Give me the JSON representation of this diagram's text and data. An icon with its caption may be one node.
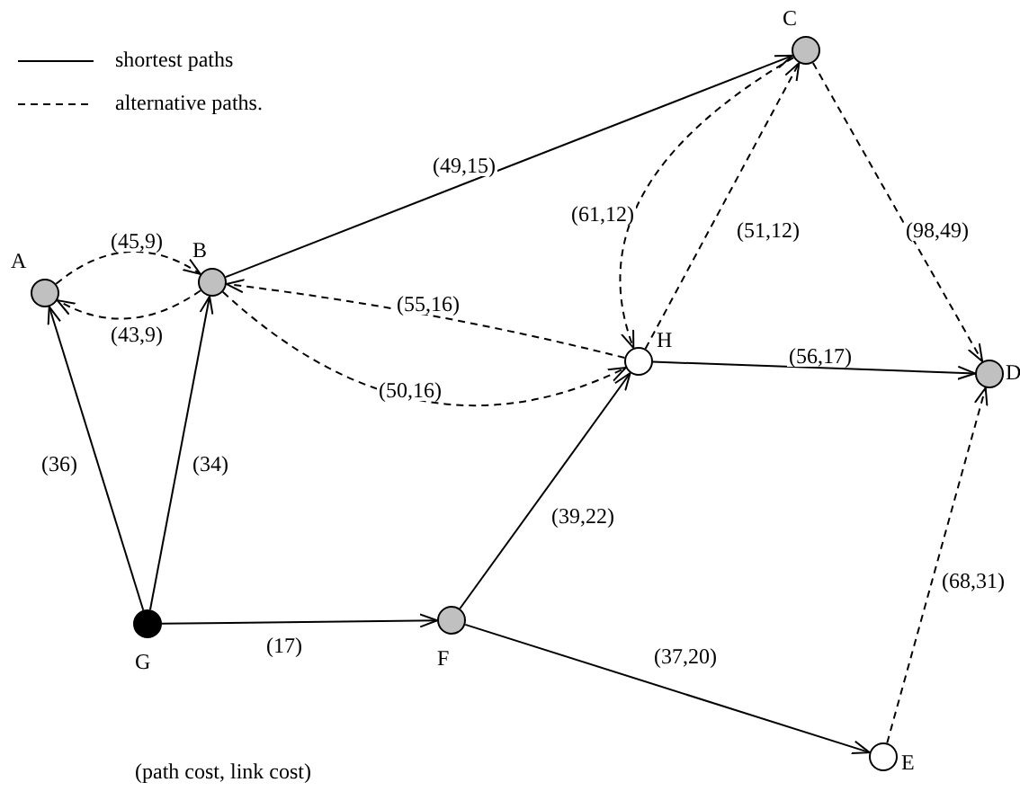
{
  "diagram": {
    "nodes": [
      {
        "text": [
          "A"
        ]
      },
      {
        "text": [
          "B"
        ]
      },
      {
        "text": [
          "C"
        ]
      },
      {
        "text": [
          "H"
        ]
      },
      {
        "text": [
          "D"
        ]
      },
      {
        "text": [
          "G"
        ]
      },
      {
        "text": [
          "F"
        ]
      },
      {
        "text": [
          "E"
        ]
      }
    ],
    "edges": [
      {
        "from": 5,
        "to": 0,
        "arrow": "to",
        "label": "(36)"
      },
      {
        "from": 5,
        "to": 1,
        "arrow": "to",
        "label": "(34)"
      },
      {
        "from": 5,
        "to": 6,
        "arrow": "to",
        "label": "(17)"
      },
      {
        "from": 1,
        "to": 2,
        "arrow": "to",
        "label": "(49,15)"
      },
      {
        "from": 0,
        "to": 1,
        "arrow": "to",
        "label": "(45,9)",
        "style": "dashed"
      },
      {
        "from": 1,
        "to": 0,
        "arrow": "to",
        "label": "(43,9)",
        "style": "dashed"
      },
      {
        "from": 3,
        "to": 1,
        "arrow": "to",
        "label": "(55,16)",
        "style": "dashed"
      },
      {
        "from": 1,
        "to": 3,
        "arrow": "to",
        "label": "(50,16)",
        "style": "dashed"
      },
      {
        "from": 6,
        "to": 3,
        "arrow": "to",
        "label": "(39,22)"
      },
      {
        "from": 3,
        "to": 2,
        "arrow": "to",
        "label": "(51,12)",
        "style": "dashed"
      },
      {
        "from": 2,
        "to": 3,
        "arrow": "to",
        "label": "(61,12)",
        "style": "dashed"
      },
      {
        "from": 3,
        "to": 4,
        "arrow": "to",
        "label": "(56,17)"
      },
      {
        "from": 2,
        "to": 4,
        "arrow": "to",
        "label": "(98,49)",
        "style": "dashed"
      },
      {
        "from": 7,
        "to": 4,
        "arrow": "to",
        "label": "(68,31)",
        "style": "dashed"
      },
      {
        "from": 6,
        "to": 7,
        "arrow": "to",
        "label": "(37,20)"
      }
    ],
    "labels": [
      "(path cost, link cost)"
    ],
    "legend": [
      {
        "text": "shortest paths"
      },
      {
        "text": "alternative paths."
      }
    ]
  }
}
